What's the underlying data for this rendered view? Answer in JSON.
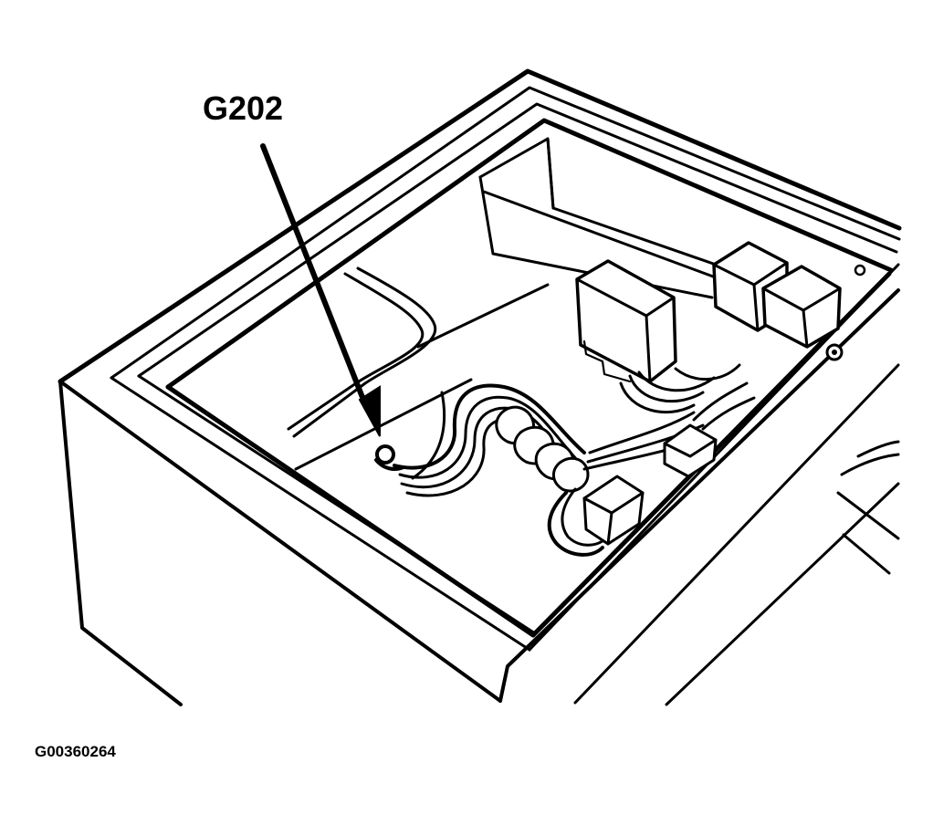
{
  "callout": {
    "label": "G202",
    "target": "ground-point"
  },
  "figure": {
    "id": "G00360264"
  },
  "colors": {
    "line": "#000000",
    "background": "#ffffff"
  }
}
